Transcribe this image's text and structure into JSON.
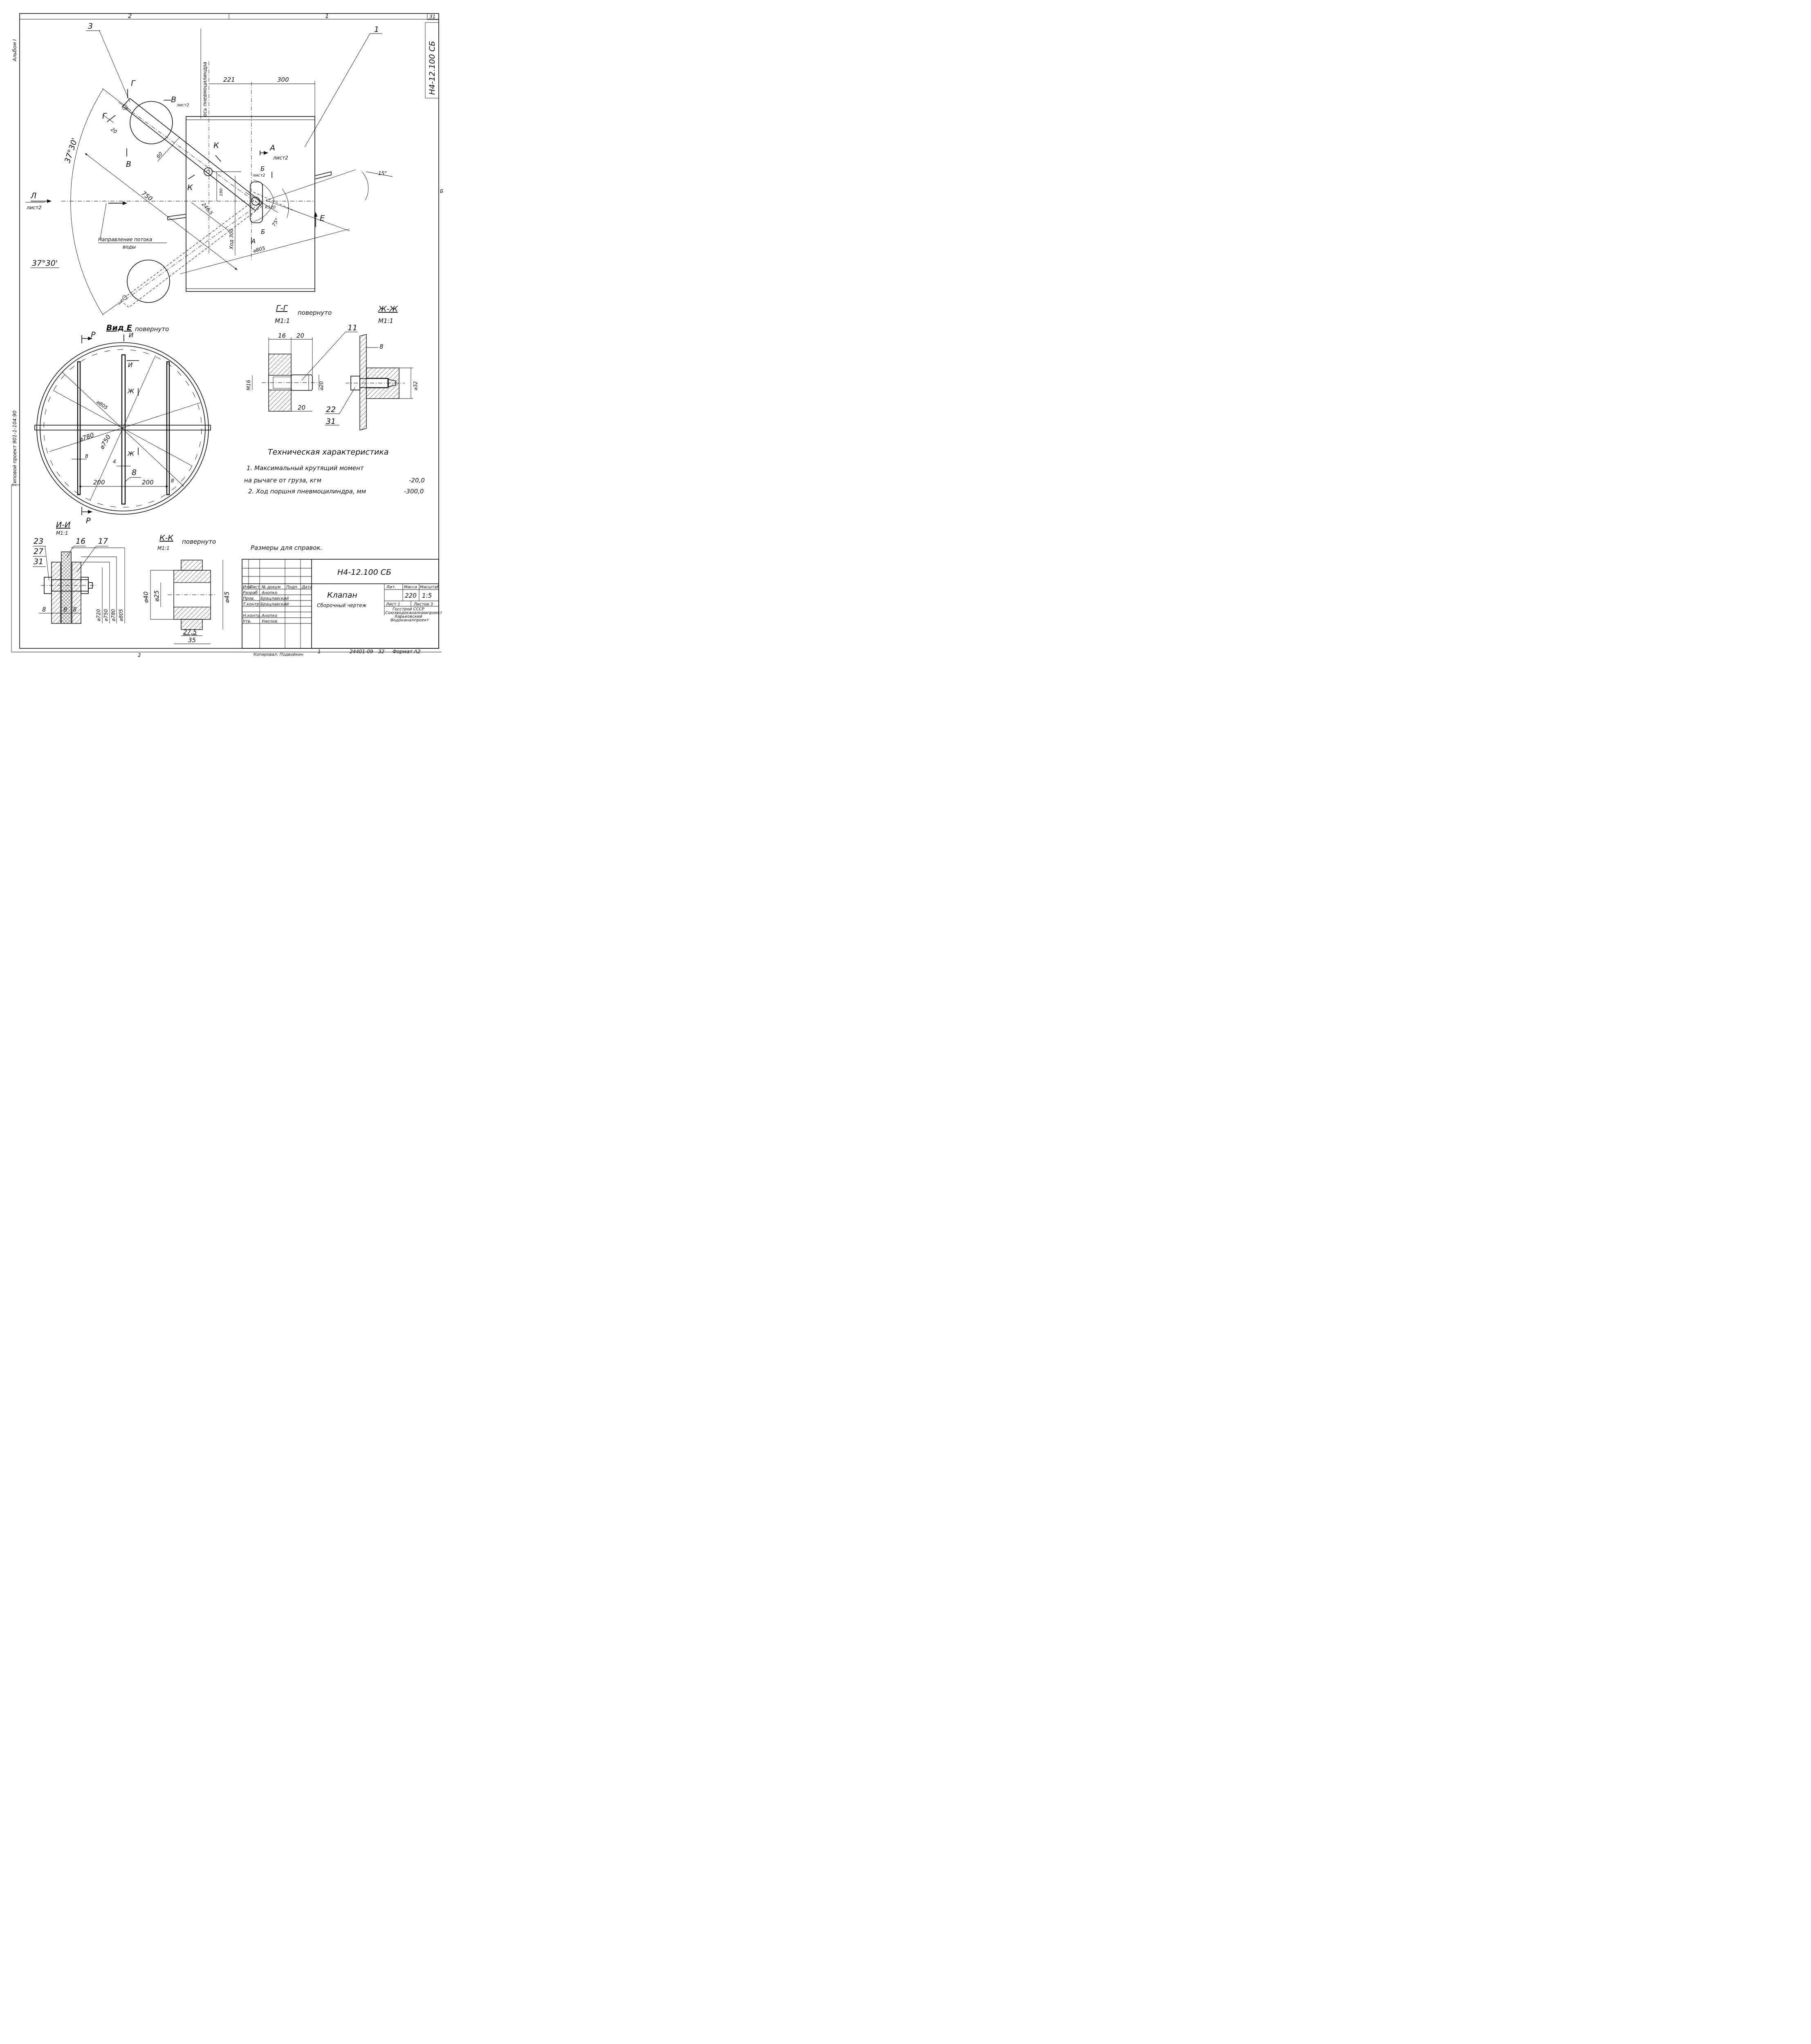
{
  "frame": {
    "album_label": "Альбом I",
    "side_label": "Типовой проект 901-1-104.90",
    "zone_top_left": "2",
    "zone_top_right": "1",
    "zone_bottom_left": "2",
    "zone_bottom_right": "1",
    "sheet_number": "31",
    "zone_right": "Б",
    "doc_code_vertical": "Н4-12.100 СБ",
    "copied_by": "Копировал: Подвойкин",
    "archive_number": "24401-09",
    "archive_sheet": "32",
    "format": "Формат А2"
  },
  "main_view": {
    "callouts": [
      "3",
      "1"
    ],
    "axis_label": "ось пневмоцилиндра",
    "dims": {
      "d221": "221",
      "d300": "300",
      "d20": "20",
      "d60": "60",
      "d750": "750",
      "d2465": "246,5",
      "d180": "180",
      "stroke300": "Ход 300",
      "d805": "⌀805",
      "r120": "R120",
      "a75": "75°",
      "a15": "15°",
      "a3730_top": "37°30'",
      "a3730_bottom": "37°30'"
    },
    "sections": {
      "g": "Г",
      "v": "В",
      "v_sheet": "лист2",
      "k": "К",
      "a": "А",
      "a_sheet": "лист2",
      "b": "Б",
      "b_sheet": "лист2",
      "l": "Л",
      "l_sheet": "лист2",
      "e": "Е"
    },
    "flow_label_1": "Направление потока",
    "flow_label_2": "воды"
  },
  "view_e": {
    "title": "Вид Е",
    "title_note": "повернуто",
    "section_r": "Р",
    "section_i": "И",
    "section_zh": "Ж",
    "dims": {
      "d805": "⌀805",
      "d780": "⌀780",
      "d750": "⌀750",
      "d8": "8",
      "d4": "4",
      "d200a": "200",
      "d200b": "200"
    },
    "callout_8": "8"
  },
  "section_gg": {
    "title": "Г-Г",
    "note": "повернуто",
    "scale": "М1:1",
    "callout": "11",
    "dims": {
      "d16": "16",
      "d20": "20",
      "m16": "М16",
      "dia20": "⌀20",
      "d20b": "20"
    }
  },
  "section_zhzh": {
    "title": "Ж-Ж",
    "scale": "М1:1",
    "callouts": [
      "22",
      "31"
    ],
    "dims": {
      "d8": "8",
      "dia32": "⌀32"
    }
  },
  "section_ii": {
    "title": "И-И",
    "scale": "М1:1",
    "callouts": [
      "23",
      "27",
      "31",
      "16",
      "17"
    ],
    "dims": {
      "d8a": "8",
      "d8b": "8",
      "d8c": "8",
      "dia720": "⌀720",
      "dia750": "⌀750",
      "dia780": "⌀780",
      "dia805": "⌀805"
    }
  },
  "section_kk": {
    "title": "К-К",
    "note": "повернуто",
    "scale": "М1:1",
    "dims": {
      "dia40": "⌀40",
      "dia25": "⌀25",
      "dia45": "⌀45",
      "d275": "27,5",
      "d35": "35"
    }
  },
  "specs": {
    "heading": "Техническая характеристика",
    "line1": "1. Максимальный крутящий момент",
    "line2_label": "на рычаге от груза, кгм",
    "line2_value": "-20,0",
    "line3_label": "2. Ход поршня пневмоцилиндра, мм",
    "line3_value": "-300,0"
  },
  "note_reference": "Размеры для справок.",
  "title_block": {
    "doc_code": "Н4-12.100 СБ",
    "title": "Клапан",
    "subtitle": "Сборочный чертеж",
    "col_headers": [
      "Изм",
      "Лист",
      "№ докум",
      "Подп",
      "Дата"
    ],
    "roles": [
      {
        "role": "Разраб",
        "name": "Анопко"
      },
      {
        "role": "Пров.",
        "name": "Брацлавский"
      },
      {
        "role": "Т.контр",
        "name": "Брацлавский"
      },
      {
        "role": "",
        "name": ""
      },
      {
        "role": "Н.контр.",
        "name": "Анопко"
      },
      {
        "role": "Утв.",
        "name": "Умелев"
      }
    ],
    "lit_label": "Лит.",
    "mass_label": "Масса",
    "scale_label": "Масштаб",
    "mass_value": "220",
    "scale_value": "1:5",
    "sheet_label": "Лист 1",
    "sheets_label": "Листов 3",
    "org_line1": "Госстрой СССР",
    "org_line2": "Союзводоканалниипроект",
    "org_line3": "Харьковский",
    "org_line4": "Водоканалпроект"
  }
}
